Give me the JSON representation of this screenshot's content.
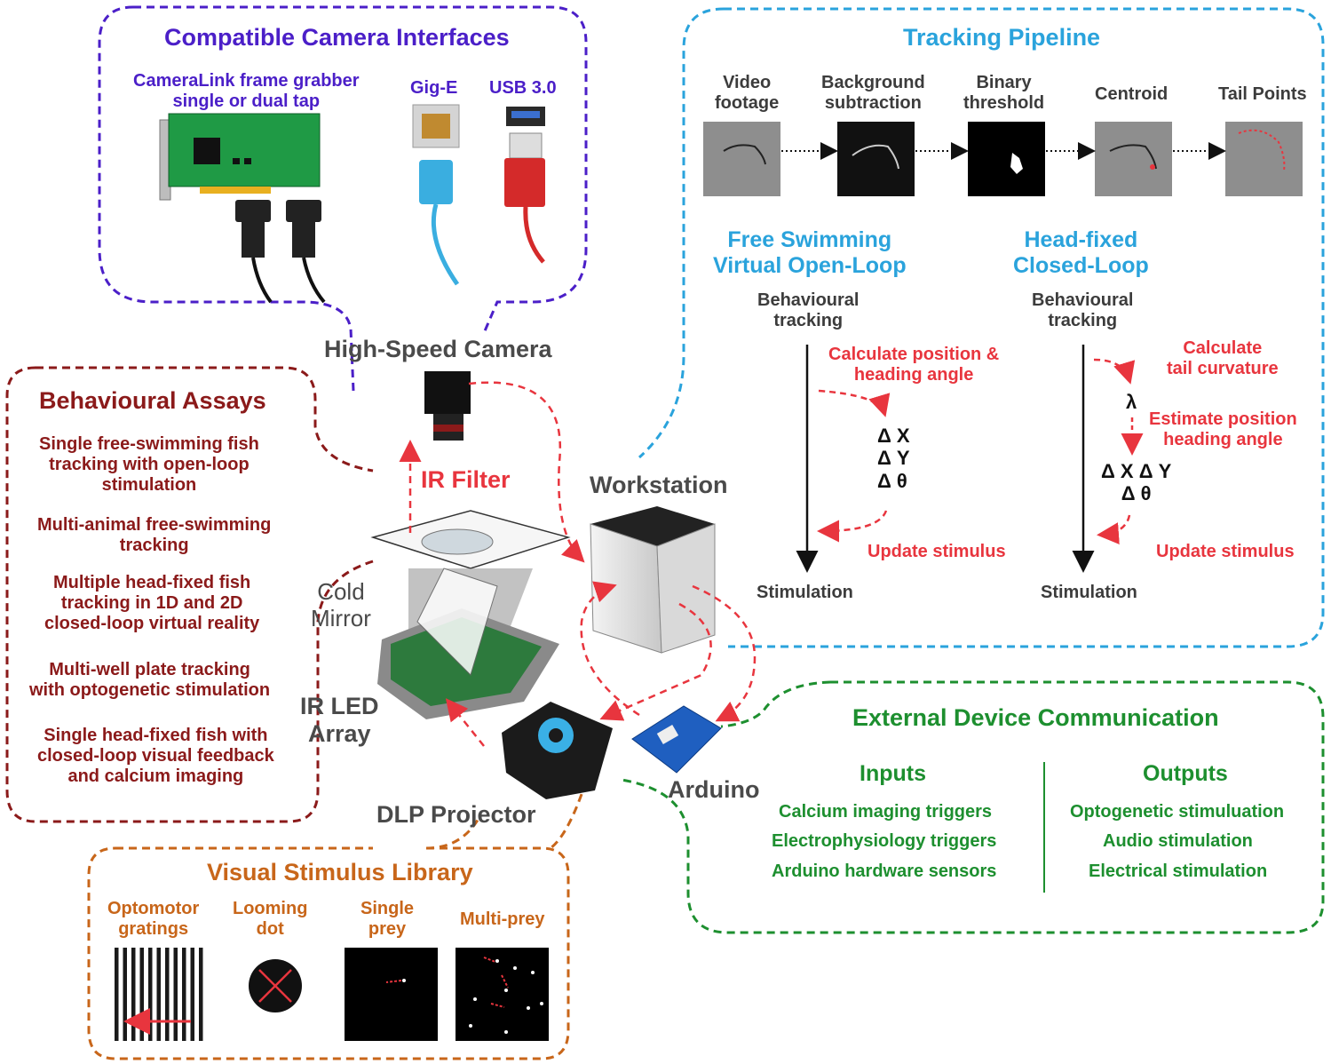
{
  "camera_interfaces": {
    "title": "Compatible Camera Interfaces",
    "cameralink": "CameraLink frame grabber\nsingle or dual tap",
    "gige": "Gig-E",
    "usb": "USB 3.0"
  },
  "tracking_pipeline": {
    "title": "Tracking Pipeline",
    "steps": [
      "Video\nfootage",
      "Background\nsubtraction",
      "Binary\nthreshold",
      "Centroid",
      "Tail Points"
    ]
  },
  "free_swimming": {
    "title": "Free Swimming\nVirtual Open-Loop",
    "tracking": "Behavioural\ntracking",
    "calc": "Calculate position &\nheading angle",
    "delta": "Δ X\nΔ Y\nΔ θ",
    "update": "Update stimulus",
    "stimulation": "Stimulation"
  },
  "head_fixed": {
    "title": "Head-fixed\nClosed-Loop",
    "tracking": "Behavioural\ntracking",
    "calc": "Calculate\ntail curvature",
    "lambda": "λ",
    "estimate": "Estimate position\nheading angle",
    "delta": "Δ X Δ Y\nΔ θ",
    "update": "Update stimulus",
    "stimulation": "Stimulation"
  },
  "hardware": {
    "camera": "High-Speed Camera",
    "ir_filter": "IR Filter",
    "workstation": "Workstation",
    "cold_mirror": "Cold\nMirror",
    "ir_led": "IR LED\nArray",
    "arduino": "Arduino",
    "projector": "DLP Projector"
  },
  "behavioural_assays": {
    "title": "Behavioural Assays",
    "items": [
      "Single free-swimming fish\ntracking with open-loop\nstimulation",
      "Multi-animal free-swimming\ntracking",
      "Multiple head-fixed fish\ntracking in 1D and 2D\nclosed-loop virtual reality",
      "Multi-well plate tracking\nwith optogenetic stimulation",
      "Single head-fixed fish with\nclosed-loop visual feedback\nand calcium imaging"
    ]
  },
  "external": {
    "title": "External Device Communication",
    "inputs_title": "Inputs",
    "inputs": [
      "Calcium imaging triggers",
      "Electrophysiology triggers",
      "Arduino hardware sensors"
    ],
    "outputs_title": "Outputs",
    "outputs": [
      "Optogenetic stimuluation",
      "Audio stimulation",
      "Electrical stimulation"
    ]
  },
  "visual_stimulus": {
    "title": "Visual Stimulus Library",
    "items": [
      "Optomotor\ngratings",
      "Looming\ndot",
      "Single\nprey",
      "Multi-prey"
    ]
  },
  "colors": {
    "purple": "#4b1fc8",
    "cyan": "#2aa3dc",
    "maroon": "#8b1a1a",
    "green": "#1d8f2f",
    "orange": "#c8661a",
    "red": "#e8353e"
  }
}
